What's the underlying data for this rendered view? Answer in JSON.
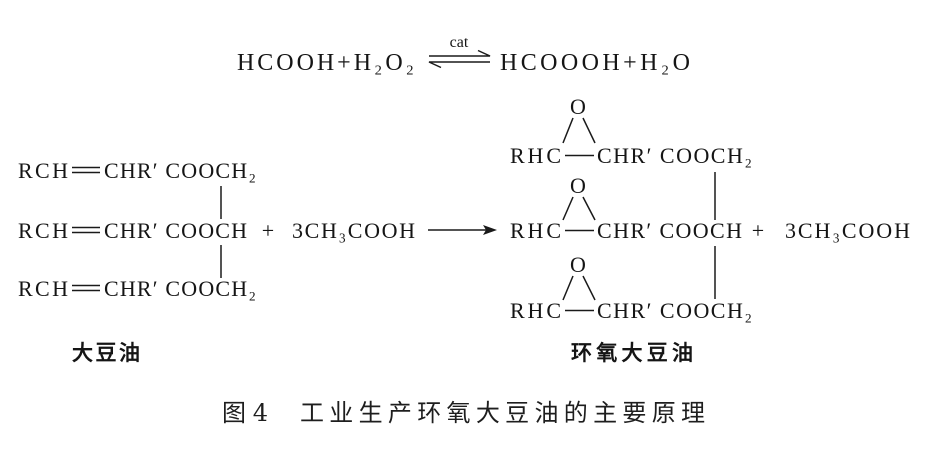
{
  "equation": {
    "reactants": "HCOOH+H₂O₂",
    "catalyst": "cat",
    "products": "HCOOOH+H₂O"
  },
  "soybean_oil": {
    "label": "大豆油",
    "rows": [
      {
        "alkene_carbon": "RCH",
        "chain": "CHR′ COOCH₂"
      },
      {
        "alkene_carbon": "RCH",
        "chain": "CHR′ COOCH"
      },
      {
        "alkene_carbon": "RCH",
        "chain": "CHR′ COOCH₂"
      }
    ]
  },
  "reagent": {
    "plus": "+",
    "formula": "3CH₃COOH"
  },
  "epoxidized_soybean_oil": {
    "label": "环氧大豆油",
    "epoxide_oxygen": "O",
    "rows": [
      {
        "epoxide_carbon": "RHC",
        "chain": "CHR′ COOCH₂"
      },
      {
        "epoxide_carbon": "RHC",
        "chain": "CHR′ COOCH"
      },
      {
        "epoxide_carbon": "RHC",
        "chain": "CHR′ COOCH₂"
      }
    ]
  },
  "byproduct": {
    "plus": "+",
    "formula": "3CH₃COOH"
  },
  "caption": {
    "number": "图 4",
    "title": "工业生产环氧大豆油的主要原理"
  }
}
